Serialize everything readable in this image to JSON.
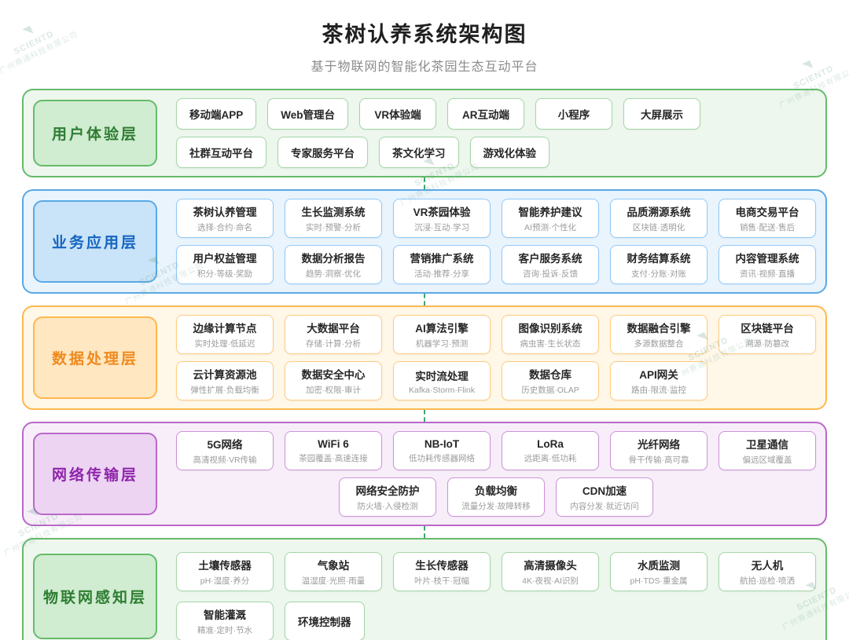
{
  "title": "茶树认养系统架构图",
  "subtitle": "基于物联网的智能化茶园生态互动平台",
  "watermark": {
    "brand": "SCIENTD",
    "company": "广州赛通科技有限公司"
  },
  "connector_color": "#3aa76d",
  "layers": [
    {
      "id": "user-experience",
      "name": "用户体验层",
      "colors": {
        "accent": "#66bb6a",
        "bg": "#edf7ee",
        "label_bg": "#d0ecd1",
        "label_text": "#2e7d32",
        "box_border": "#a5d6a7"
      },
      "rows": [
        [
          {
            "t": "移动端APP"
          },
          {
            "t": "Web管理台"
          },
          {
            "t": "VR体验端"
          },
          {
            "t": "AR互动端"
          },
          {
            "t": "小程序"
          },
          {
            "t": "大屏展示"
          }
        ],
        [
          {
            "t": "社群互动平台"
          },
          {
            "t": "专家服务平台"
          },
          {
            "t": "茶文化学习"
          },
          {
            "t": "游戏化体验"
          }
        ]
      ]
    },
    {
      "id": "business-application",
      "name": "业务应用层",
      "colors": {
        "accent": "#5aa9e6",
        "bg": "#eaf4fd",
        "label_bg": "#c9e3f8",
        "label_text": "#1565c0",
        "box_border": "#90caf9"
      },
      "rows": [
        [
          {
            "t": "茶树认养管理",
            "s": "选择·合约·命名"
          },
          {
            "t": "生长监测系统",
            "s": "实时·预警·分析"
          },
          {
            "t": "VR茶园体验",
            "s": "沉浸·互动·学习"
          },
          {
            "t": "智能养护建议",
            "s": "AI预测·个性化"
          },
          {
            "t": "品质溯源系统",
            "s": "区块链·透明化"
          },
          {
            "t": "电商交易平台",
            "s": "销售·配送·售后"
          }
        ],
        [
          {
            "t": "用户权益管理",
            "s": "积分·等级·奖励"
          },
          {
            "t": "数据分析报告",
            "s": "趋势·洞察·优化"
          },
          {
            "t": "营销推广系统",
            "s": "活动·推荐·分享"
          },
          {
            "t": "客户服务系统",
            "s": "咨询·投诉·反馈"
          },
          {
            "t": "财务结算系统",
            "s": "支付·分账·对账"
          },
          {
            "t": "内容管理系统",
            "s": "资讯·视频·直播"
          }
        ]
      ]
    },
    {
      "id": "data-processing",
      "name": "数据处理层",
      "colors": {
        "accent": "#ffb74d",
        "bg": "#fff7e8",
        "label_bg": "#ffe7c2",
        "label_text": "#ef8a1d",
        "box_border": "#ffcc80"
      },
      "rows": [
        [
          {
            "t": "边缘计算节点",
            "s": "实时处理·低延迟"
          },
          {
            "t": "大数据平台",
            "s": "存储·计算·分析"
          },
          {
            "t": "AI算法引擎",
            "s": "机器学习·预测"
          },
          {
            "t": "图像识别系统",
            "s": "病虫害·生长状态"
          },
          {
            "t": "数据融合引擎",
            "s": "多源数据整合"
          },
          {
            "t": "区块链平台",
            "s": "溯源·防篡改"
          }
        ],
        [
          {
            "t": "云计算资源池",
            "s": "弹性扩展·负载均衡"
          },
          {
            "t": "数据安全中心",
            "s": "加密·权限·审计"
          },
          {
            "t": "实时流处理",
            "s": "Kafka·Storm·Flink"
          },
          {
            "t": "数据仓库",
            "s": "历史数据·OLAP"
          },
          {
            "t": "API网关",
            "s": "路由·限流·监控"
          }
        ]
      ]
    },
    {
      "id": "network-transmission",
      "name": "网络传输层",
      "colors": {
        "accent": "#ba68c8",
        "bg": "#f7eefa",
        "label_bg": "#ecd4f2",
        "label_text": "#8e24aa",
        "box_border": "#ce93d8"
      },
      "rows": [
        [
          {
            "t": "5G网络",
            "s": "高清视频·VR传输"
          },
          {
            "t": "WiFi 6",
            "s": "茶园覆盖·高速连接"
          },
          {
            "t": "NB-IoT",
            "s": "低功耗传感器网络"
          },
          {
            "t": "LoRa",
            "s": "远距离·低功耗"
          },
          {
            "t": "光纤网络",
            "s": "骨干传输·高可靠"
          },
          {
            "t": "卫星通信",
            "s": "偏远区域覆盖"
          }
        ],
        [
          {
            "t": "网络安全防护",
            "s": "防火墙·入侵检测"
          },
          {
            "t": "负载均衡",
            "s": "流量分发·故障转移"
          },
          {
            "t": "CDN加速",
            "s": "内容分发·就近访问"
          }
        ]
      ]
    },
    {
      "id": "iot-perception",
      "name": "物联网感知层",
      "colors": {
        "accent": "#66bb6a",
        "bg": "#edf7ee",
        "label_bg": "#d0ecd1",
        "label_text": "#2e7d32",
        "box_border": "#a5d6a7"
      },
      "rows": [
        [
          {
            "t": "土壤传感器",
            "s": "pH·湿度·养分"
          },
          {
            "t": "气象站",
            "s": "温湿度·光照·雨量"
          },
          {
            "t": "生长传感器",
            "s": "叶片·枝干·冠幅"
          },
          {
            "t": "高清摄像头",
            "s": "4K·夜视·AI识别"
          },
          {
            "t": "水质监测",
            "s": "pH·TDS·重金属"
          },
          {
            "t": "无人机",
            "s": "航拍·巡检·喷洒"
          }
        ],
        [
          {
            "t": "智能灌溉",
            "s": "精准·定时·节水"
          },
          {
            "t": "环境控制器"
          }
        ]
      ]
    }
  ]
}
